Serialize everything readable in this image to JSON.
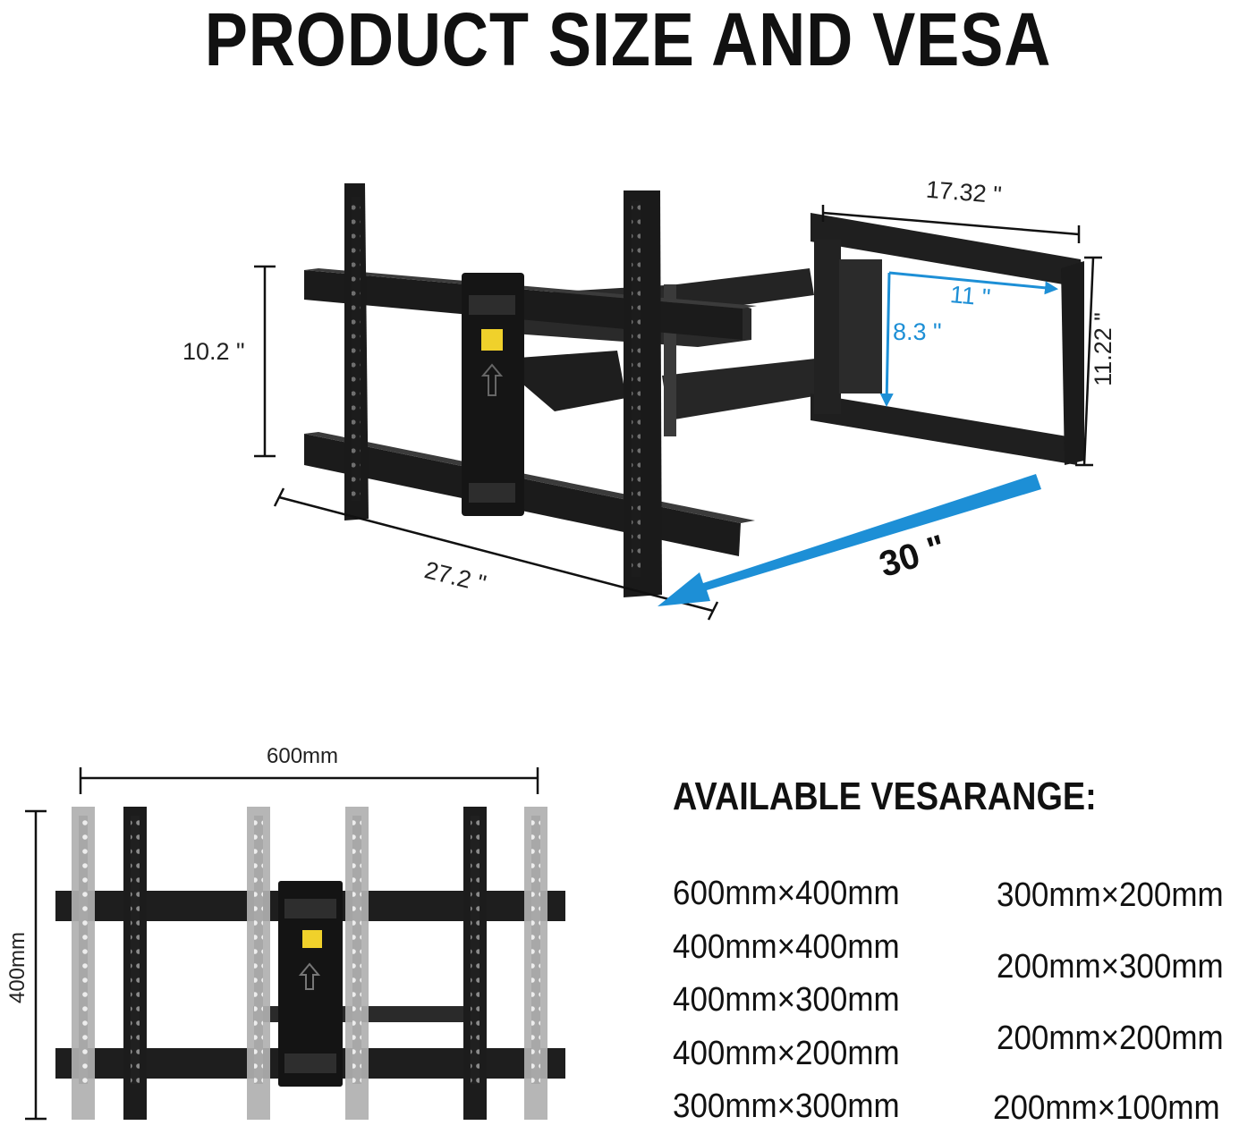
{
  "title": "PRODUCT SIZE AND VESA",
  "dimensions": {
    "top_width": "17.32 \"",
    "inner_width": "11 \"",
    "inner_height": "8.3 \"",
    "plate_height": "11.22 \"",
    "rail_height": "10.2 \"",
    "rail_width": "27.2 \"",
    "extension": "30 \""
  },
  "vesa_diagram": {
    "width_label": "600mm",
    "height_label": "400mm"
  },
  "vesa_range": {
    "heading": "AVAILABLE VESARANGE:",
    "left_column": [
      "600mm×400mm",
      "400mm×400mm",
      "400mm×300mm",
      "400mm×200mm",
      "300mm×300mm"
    ],
    "right_column": [
      "300mm×200mm",
      "200mm×300mm",
      "200mm×200mm",
      "200mm×100mm"
    ]
  },
  "colors": {
    "mount_black": "#1c1c1c",
    "accent_blue": "#1d8fd6",
    "gray_bracket": "#9a9a9a"
  }
}
